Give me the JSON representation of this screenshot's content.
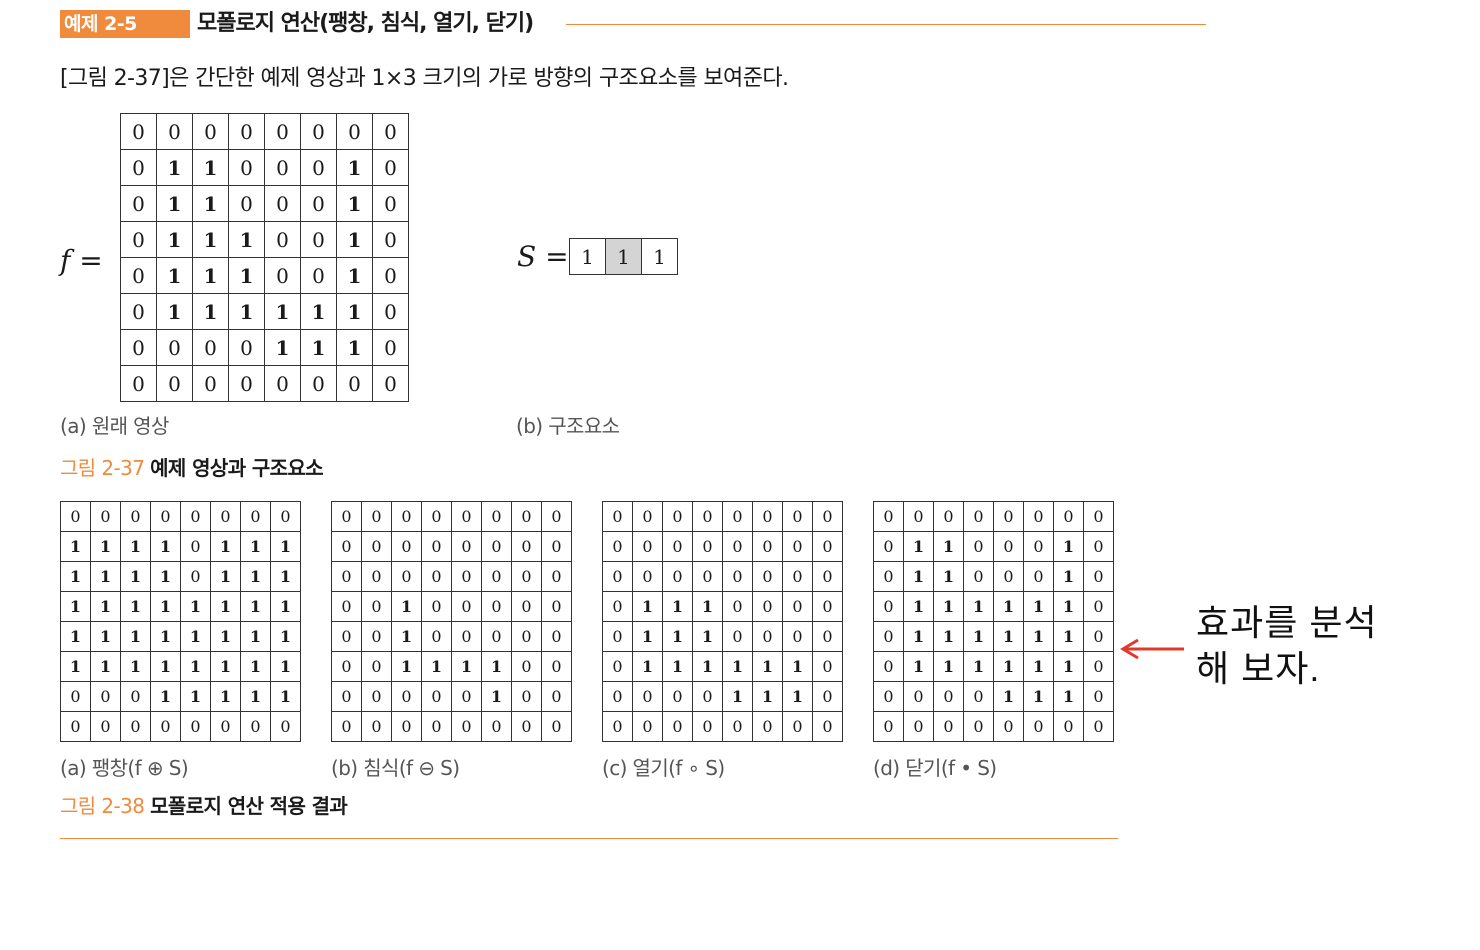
{
  "header": {
    "badge": "예제 2-5",
    "title": "모폴로지 연산(팽창, 침식, 열기, 닫기)"
  },
  "intro": "[그림 2-37]은 간단한 예제 영상과 1×3 크기의 가로 방향의 구조요소를 보여준다.",
  "figure37": {
    "f_label": "f =",
    "s_label": "S =",
    "f_matrix": [
      [
        0,
        0,
        0,
        0,
        0,
        0,
        0,
        0
      ],
      [
        0,
        1,
        1,
        0,
        0,
        0,
        1,
        0
      ],
      [
        0,
        1,
        1,
        0,
        0,
        0,
        1,
        0
      ],
      [
        0,
        1,
        1,
        1,
        0,
        0,
        1,
        0
      ],
      [
        0,
        1,
        1,
        1,
        0,
        0,
        1,
        0
      ],
      [
        0,
        1,
        1,
        1,
        1,
        1,
        1,
        0
      ],
      [
        0,
        0,
        0,
        0,
        1,
        1,
        1,
        0
      ],
      [
        0,
        0,
        0,
        0,
        0,
        0,
        0,
        0
      ]
    ],
    "s_element": [
      1,
      1,
      1
    ],
    "s_center_index": 1,
    "caption_a": "(a) 원래 영상",
    "caption_b": "(b) 구조요소",
    "fig_num": "그림 2-37",
    "fig_title": "예제 영상과 구조요소"
  },
  "figure38": {
    "panels": [
      {
        "caption": "(a) 팽창(f ⊕ S)",
        "matrix": [
          [
            0,
            0,
            0,
            0,
            0,
            0,
            0,
            0
          ],
          [
            1,
            1,
            1,
            1,
            0,
            1,
            1,
            1
          ],
          [
            1,
            1,
            1,
            1,
            0,
            1,
            1,
            1
          ],
          [
            1,
            1,
            1,
            1,
            1,
            1,
            1,
            1
          ],
          [
            1,
            1,
            1,
            1,
            1,
            1,
            1,
            1
          ],
          [
            1,
            1,
            1,
            1,
            1,
            1,
            1,
            1
          ],
          [
            0,
            0,
            0,
            1,
            1,
            1,
            1,
            1
          ],
          [
            0,
            0,
            0,
            0,
            0,
            0,
            0,
            0
          ]
        ]
      },
      {
        "caption": "(b) 침식(f ⊖ S)",
        "matrix": [
          [
            0,
            0,
            0,
            0,
            0,
            0,
            0,
            0
          ],
          [
            0,
            0,
            0,
            0,
            0,
            0,
            0,
            0
          ],
          [
            0,
            0,
            0,
            0,
            0,
            0,
            0,
            0
          ],
          [
            0,
            0,
            1,
            0,
            0,
            0,
            0,
            0
          ],
          [
            0,
            0,
            1,
            0,
            0,
            0,
            0,
            0
          ],
          [
            0,
            0,
            1,
            1,
            1,
            1,
            0,
            0
          ],
          [
            0,
            0,
            0,
            0,
            0,
            1,
            0,
            0
          ],
          [
            0,
            0,
            0,
            0,
            0,
            0,
            0,
            0
          ]
        ]
      },
      {
        "caption": "(c) 열기(f ∘ S)",
        "matrix": [
          [
            0,
            0,
            0,
            0,
            0,
            0,
            0,
            0
          ],
          [
            0,
            0,
            0,
            0,
            0,
            0,
            0,
            0
          ],
          [
            0,
            0,
            0,
            0,
            0,
            0,
            0,
            0
          ],
          [
            0,
            1,
            1,
            1,
            0,
            0,
            0,
            0
          ],
          [
            0,
            1,
            1,
            1,
            0,
            0,
            0,
            0
          ],
          [
            0,
            1,
            1,
            1,
            1,
            1,
            1,
            0
          ],
          [
            0,
            0,
            0,
            0,
            1,
            1,
            1,
            0
          ],
          [
            0,
            0,
            0,
            0,
            0,
            0,
            0,
            0
          ]
        ]
      },
      {
        "caption": "(d) 닫기(f • S)",
        "matrix": [
          [
            0,
            0,
            0,
            0,
            0,
            0,
            0,
            0
          ],
          [
            0,
            1,
            1,
            0,
            0,
            0,
            1,
            0
          ],
          [
            0,
            1,
            1,
            0,
            0,
            0,
            1,
            0
          ],
          [
            0,
            1,
            1,
            1,
            1,
            1,
            1,
            0
          ],
          [
            0,
            1,
            1,
            1,
            1,
            1,
            1,
            0
          ],
          [
            0,
            1,
            1,
            1,
            1,
            1,
            1,
            0
          ],
          [
            0,
            0,
            0,
            0,
            1,
            1,
            1,
            0
          ],
          [
            0,
            0,
            0,
            0,
            0,
            0,
            0,
            0
          ]
        ]
      }
    ],
    "fig_num": "그림 2-38",
    "fig_title": "모폴로지 연산 적용 결과"
  },
  "annotation": {
    "line1": "효과를 분석",
    "line2": "해 보자.",
    "arrow_color": "#e03a2f"
  },
  "colors": {
    "accent": "#f08a3c",
    "highlight_cell": "#d4d4d4"
  }
}
